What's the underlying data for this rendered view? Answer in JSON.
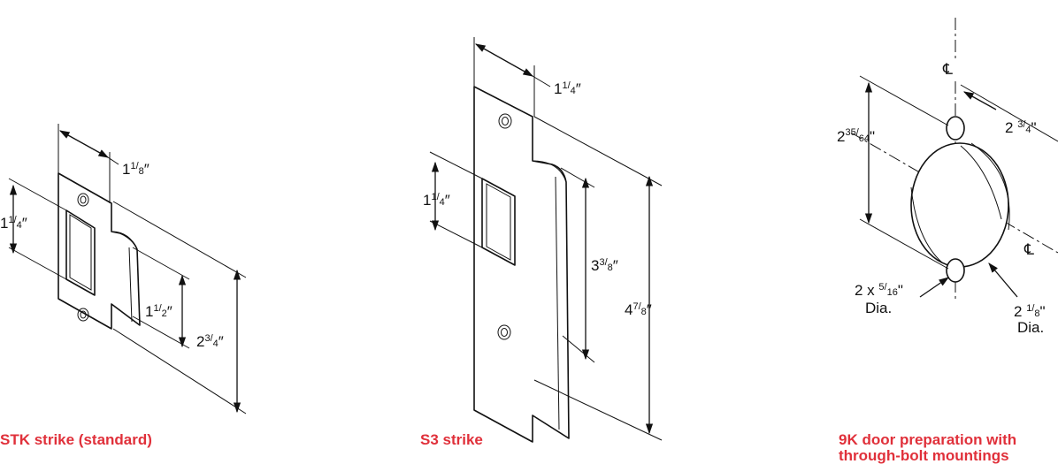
{
  "captions": {
    "stk": "STK strike (standard)",
    "s3": "S3 strike",
    "prep_line1": "9K door preparation with",
    "prep_line2": "through-bolt mountings"
  },
  "stk": {
    "width": {
      "whole": "1",
      "num": "1",
      "den": "8",
      "unit": "″"
    },
    "strike_opening": {
      "whole": "1",
      "num": "1",
      "den": "4",
      "unit": "″"
    },
    "lip": {
      "whole": "1",
      "num": "1",
      "den": "2",
      "unit": "″"
    },
    "height": {
      "whole": "2",
      "num": "3",
      "den": "4",
      "unit": "″"
    }
  },
  "s3": {
    "width": {
      "whole": "1",
      "num": "1",
      "den": "4",
      "unit": "″"
    },
    "strike_opening": {
      "whole": "1",
      "num": "1",
      "den": "4",
      "unit": "″"
    },
    "lip": {
      "whole": "3",
      "num": "3",
      "den": "8",
      "unit": "″"
    },
    "height": {
      "whole": "4",
      "num": "7",
      "den": "8",
      "unit": "″"
    }
  },
  "prep": {
    "centerline": "℄",
    "hole_spacing": {
      "whole": "2",
      "num": "35",
      "den": "64",
      "unit": "\""
    },
    "backset": {
      "whole": "2",
      "num": "3",
      "den": "4",
      "unit": "\""
    },
    "bolt_holes": {
      "prefix": "2 x",
      "num": "5",
      "den": "16",
      "unit": "\"",
      "suffix": "Dia."
    },
    "bore": {
      "whole": "2",
      "num": "1",
      "den": "8",
      "unit": "\"",
      "suffix": "Dia."
    }
  }
}
